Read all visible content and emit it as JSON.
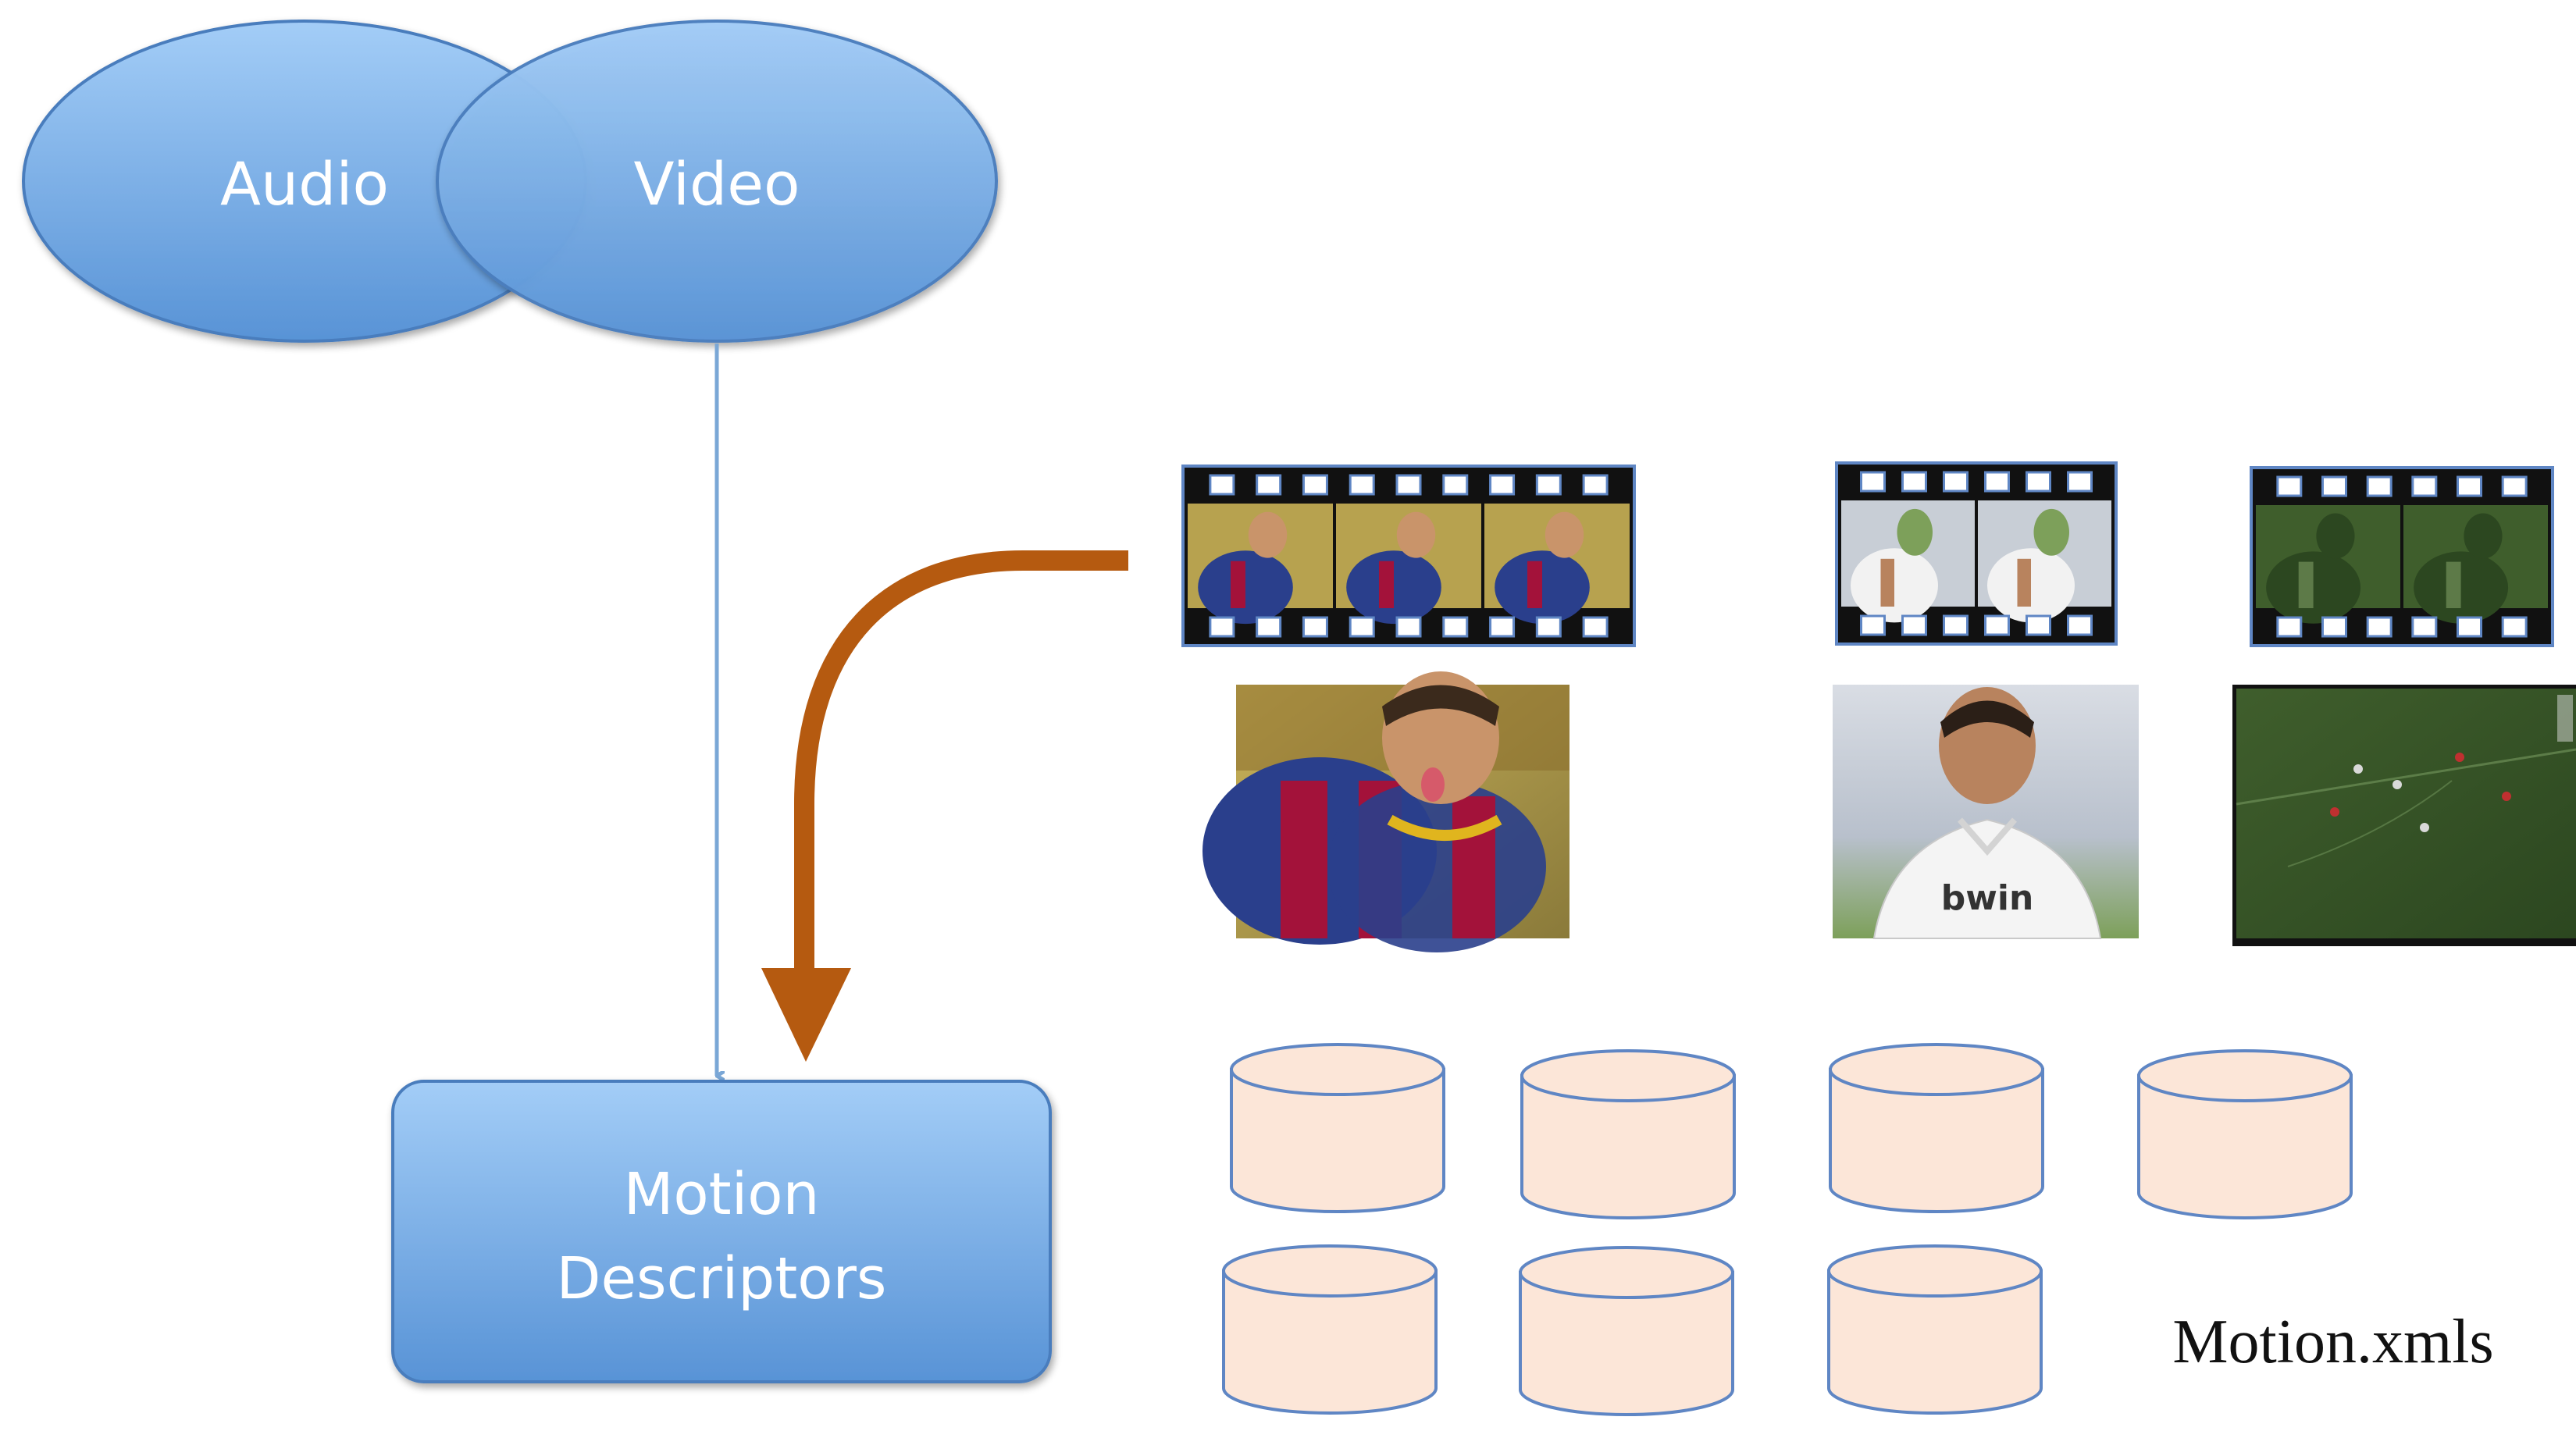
{
  "diagram": {
    "nodes": {
      "audio": "Audio",
      "video": "Video",
      "motion_descriptors": [
        "Motion",
        "Descriptors"
      ]
    },
    "storage_label": "Motion.xmls",
    "frame_sets": [
      {
        "id": "player-celebration",
        "strip_frames": 3,
        "sprocket_holes": 9
      },
      {
        "id": "player-white-kit",
        "strip_frames": 2,
        "sprocket_holes": 6
      },
      {
        "id": "match-pitch",
        "strip_frames": 2,
        "sprocket_holes": 6
      }
    ],
    "database_count": 7,
    "colors": {
      "node_fill_top": "#9ec8f5",
      "node_fill_bottom": "#5b97d9",
      "node_stroke": "#4a7dbd",
      "flow_arrow": "#7aa7d6",
      "feature_arrow": "#b55a10",
      "database_fill": "#fce6d8",
      "database_stroke": "#5f86c4"
    }
  }
}
